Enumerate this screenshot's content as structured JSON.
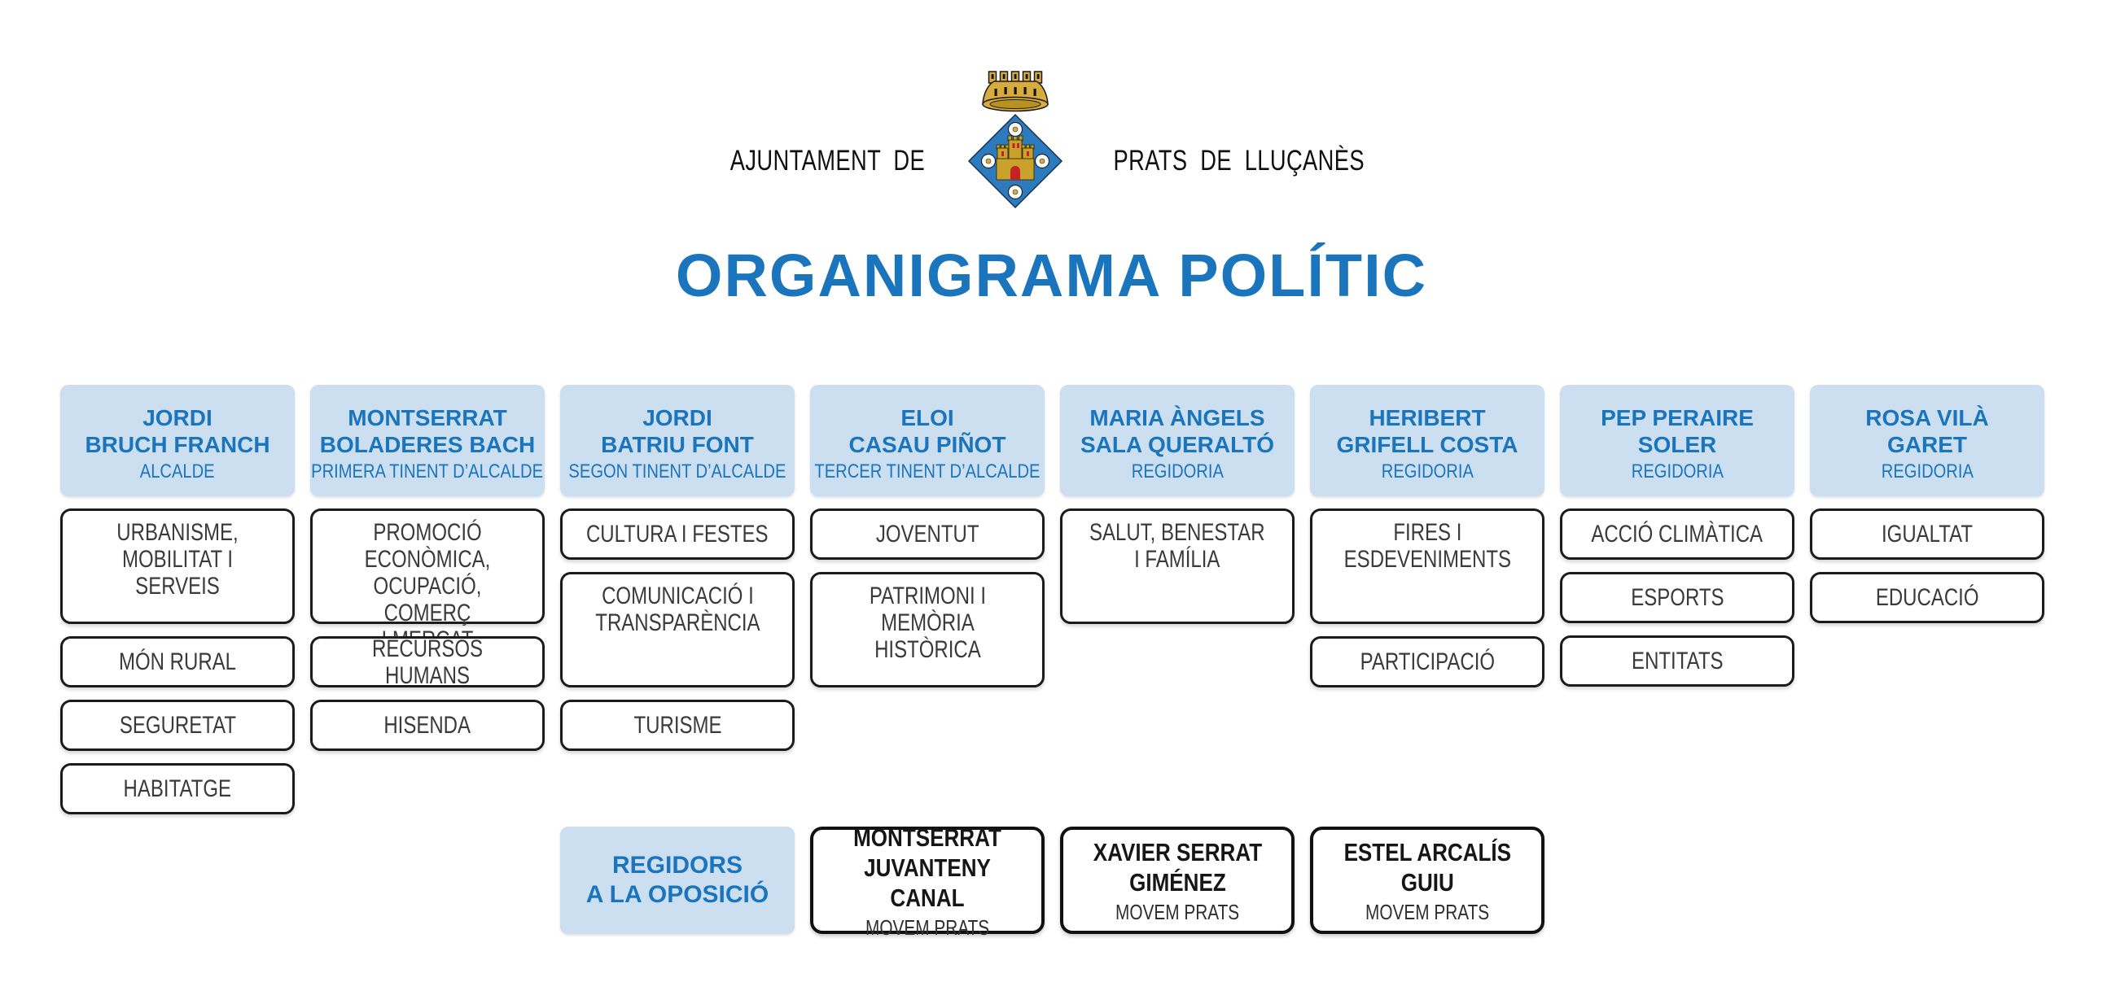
{
  "title": "ORGANIGRAMA POLÍTIC",
  "logo": {
    "left_text": "AJUNTAMENT DE",
    "right_text": "PRATS DE LLUÇANÈS",
    "crest": "prats-de-llucanes-coat-of-arms"
  },
  "colors": {
    "accent_blue": "#1B75BC",
    "light_blue_bg": "#CBDFF0",
    "box_border": "#1B1B1B",
    "department_text": "#3A3A3A",
    "diamond_blue": "#2B7BBE",
    "crown_gold": "#D8AC3C",
    "detail_red": "#C52127"
  },
  "columns": [
    {
      "name": "JORDI\nBRUCH FRANCH",
      "role": "ALCALDE",
      "departments": [
        {
          "label": "URBANISME,\nMOBILITAT I SERVEIS",
          "tall": true
        },
        {
          "label": "MÓN RURAL",
          "tall": false
        },
        {
          "label": "SEGURETAT",
          "tall": false
        },
        {
          "label": "HABITATGE",
          "tall": false
        }
      ]
    },
    {
      "name": "MONTSERRAT\nBOLADERES BACH",
      "role": "PRIMERA TINENT D’ALCALDE",
      "departments": [
        {
          "label": "PROMOCIÓ\nECONÒMICA,\nOCUPACIÓ, COMERÇ\nI MERCAT",
          "tall": true
        },
        {
          "label": "RECURSOS HUMANS",
          "tall": false
        },
        {
          "label": "HISENDA",
          "tall": false
        }
      ]
    },
    {
      "name": "JORDI\nBATRIU FONT",
      "role": "SEGON TINENT D’ALCALDE",
      "departments": [
        {
          "label": "CULTURA I FESTES",
          "tall": false
        },
        {
          "label": "COMUNICACIÓ I\nTRANSPARÈNCIA",
          "tall": true
        },
        {
          "label": "TURISME",
          "tall": false
        }
      ]
    },
    {
      "name": "ELOI\nCASAU PIÑOT",
      "role": "TERCER TINENT D’ALCALDE",
      "departments": [
        {
          "label": "JOVENTUT",
          "tall": false
        },
        {
          "label": "PATRIMONI I\nMEMÒRIA\nHISTÒRICA",
          "tall": true
        }
      ]
    },
    {
      "name": "MARIA ÀNGELS\nSALA QUERALTÓ",
      "role": "REGIDORIA",
      "departments": [
        {
          "label": "SALUT, BENESTAR\nI FAMÍLIA",
          "tall": true
        }
      ]
    },
    {
      "name": "HERIBERT\nGRIFELL COSTA",
      "role": "REGIDORIA",
      "departments": [
        {
          "label": "FIRES I\nESDEVENIMENTS",
          "tall": true
        },
        {
          "label": "PARTICIPACIÓ",
          "tall": false
        }
      ]
    },
    {
      "name": "PEP PERAIRE\nSOLER",
      "role": "REGIDORIA",
      "departments": [
        {
          "label": "ACCIÓ CLIMÀTICA",
          "tall": false
        },
        {
          "label": "ESPORTS",
          "tall": false
        },
        {
          "label": "ENTITATS",
          "tall": false
        }
      ]
    },
    {
      "name": "ROSA VILÀ\nGARET",
      "role": "REGIDORIA",
      "departments": [
        {
          "label": "IGUALTAT",
          "tall": false
        },
        {
          "label": "EDUCACIÓ",
          "tall": false
        }
      ]
    }
  ],
  "opposition": {
    "header": "REGIDORS\nA LA OPOSICIÓ",
    "members": [
      {
        "name": "MONTSERRAT\nJUVANTENY CANAL",
        "party": "MOVEM PRATS"
      },
      {
        "name": "XAVIER SERRAT\nGIMÉNEZ",
        "party": "MOVEM PRATS"
      },
      {
        "name": "ESTEL ARCALÍS\nGUIU",
        "party": "MOVEM PRATS"
      }
    ]
  }
}
